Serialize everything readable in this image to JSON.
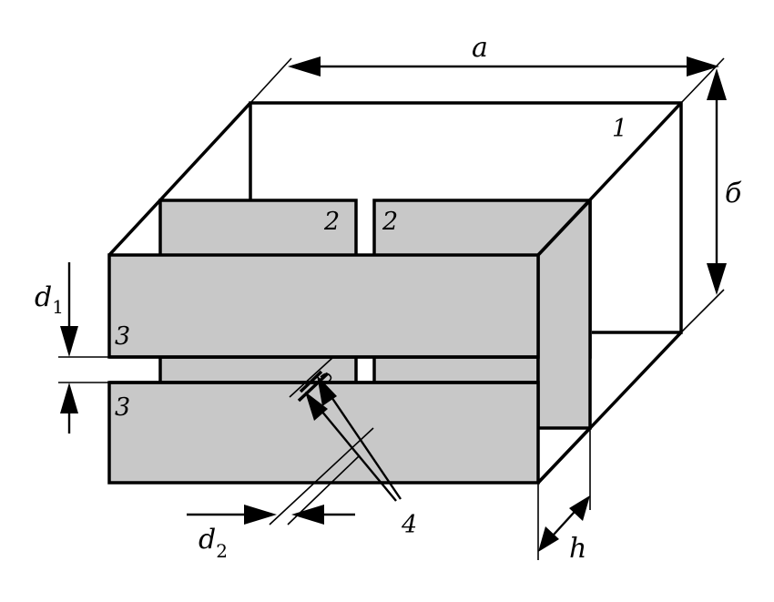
{
  "diagram": {
    "labels": {
      "dim_a": "a",
      "dim_b": "б",
      "dim_h": "h",
      "dim_d1_main": "d",
      "dim_d1_sub": "1",
      "dim_d2_main": "d",
      "dim_d2_sub": "2",
      "part_1": "1",
      "part_2_left": "2",
      "part_2_right": "2",
      "part_3_top": "3",
      "part_3_bottom": "3",
      "part_4": "4"
    },
    "colors": {
      "line": "#000000",
      "fill": "#c8c8c8",
      "background": "#ffffff"
    }
  }
}
